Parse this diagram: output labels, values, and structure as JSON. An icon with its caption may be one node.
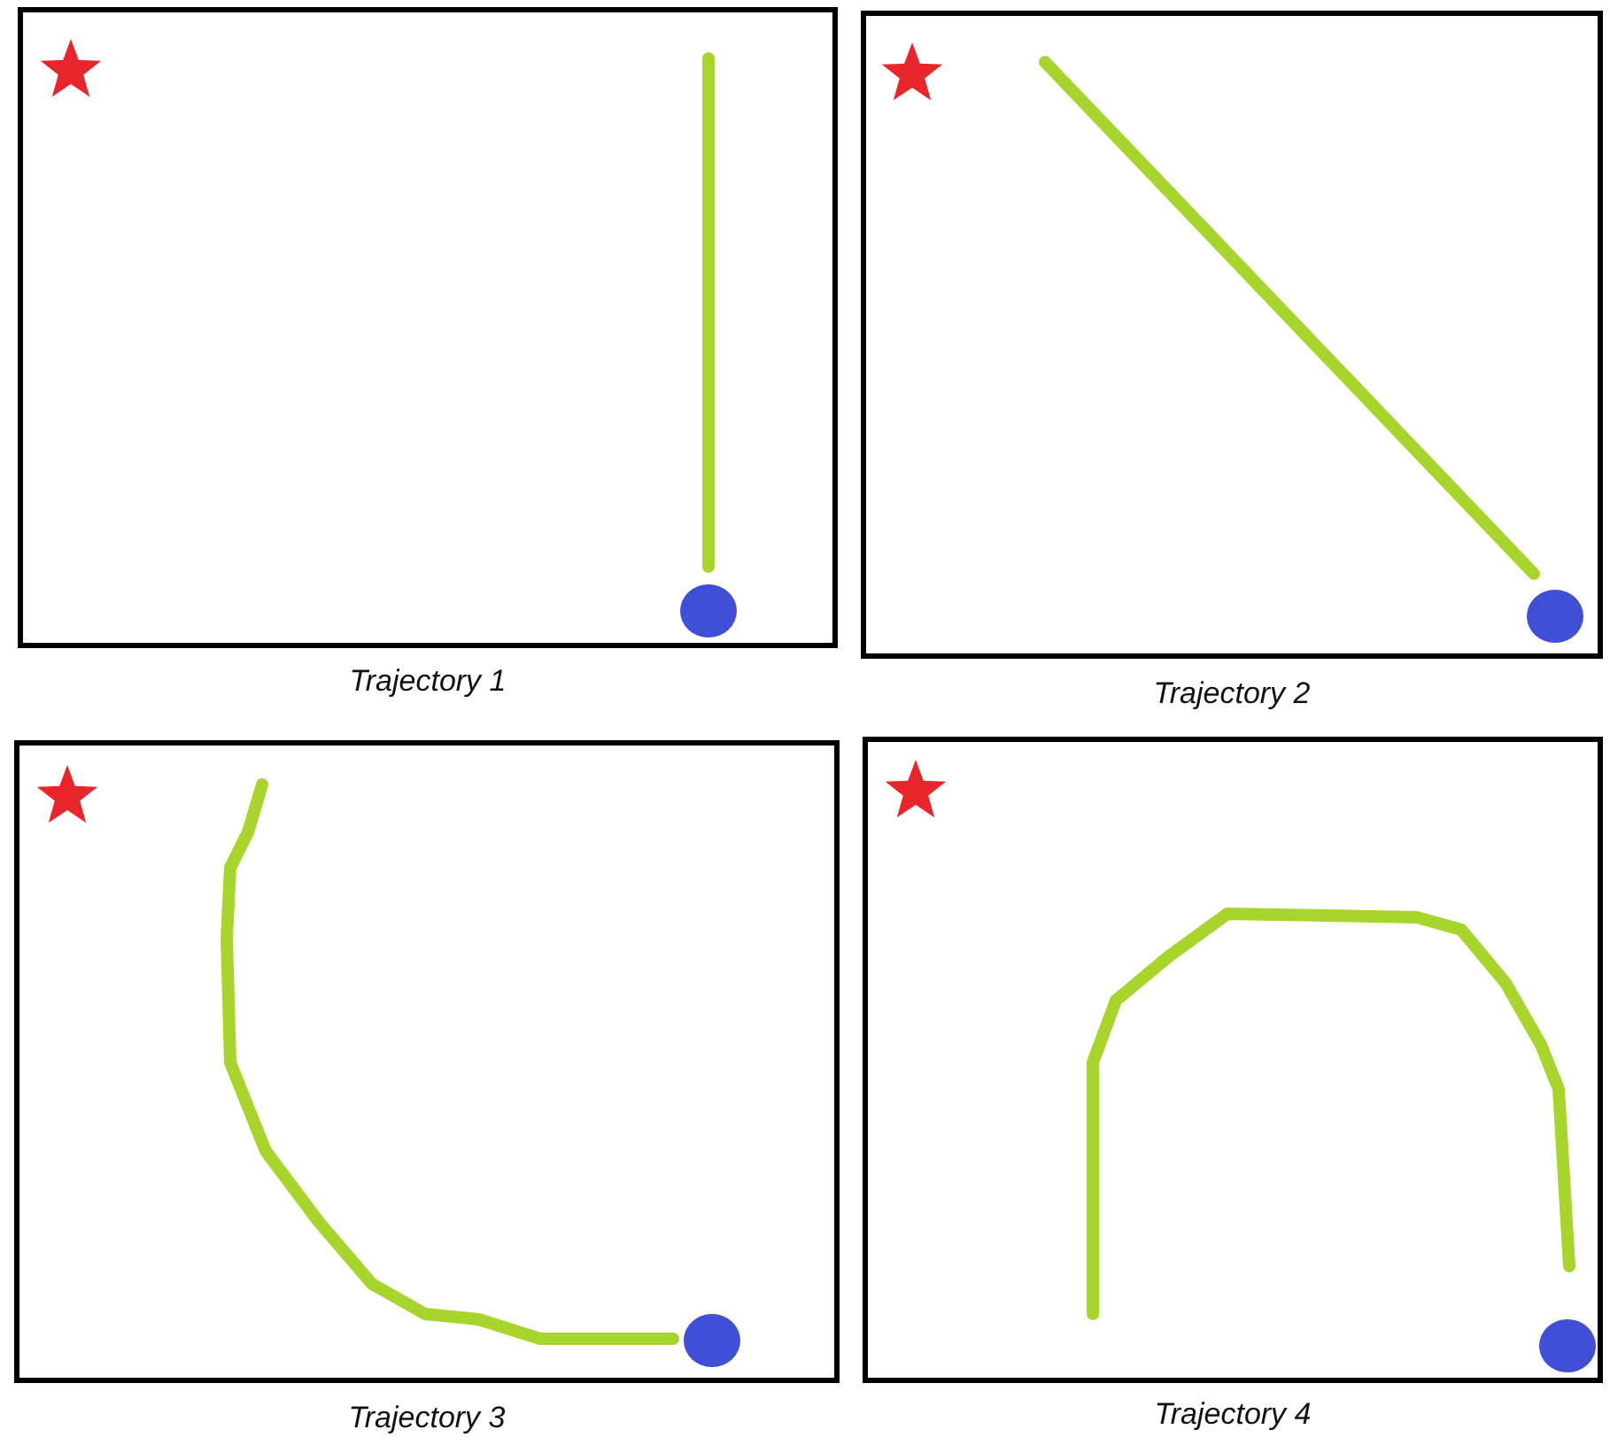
{
  "diagram": {
    "nodes": [
      {
        "text": [
          "Trajectory 1"
        ]
      },
      {
        "text": [
          "Trajectory 2"
        ]
      },
      {
        "text": [
          "Trajectory 3"
        ]
      },
      {
        "text": [
          "Trajectory 4"
        ]
      }
    ]
  }
}
